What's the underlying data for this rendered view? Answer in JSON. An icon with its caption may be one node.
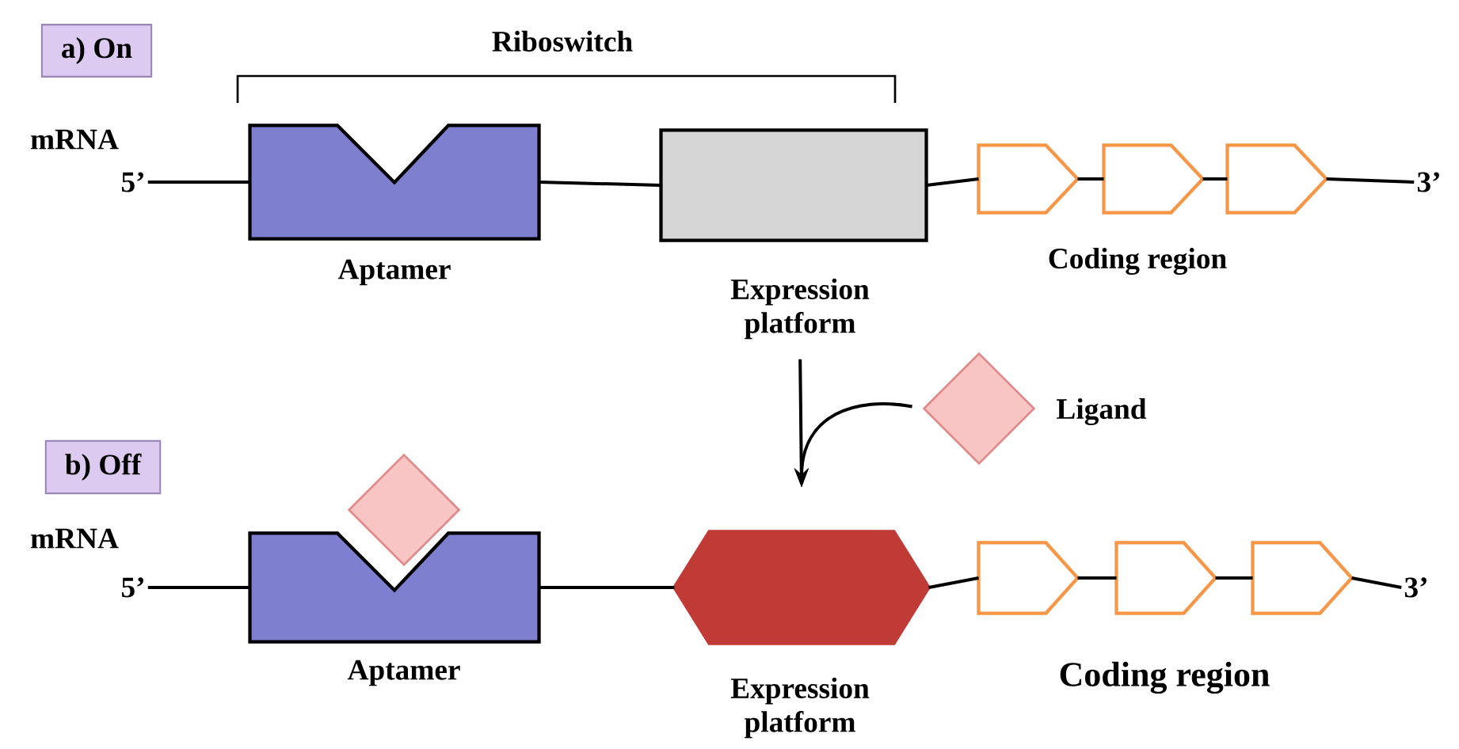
{
  "diagram": {
    "nodes": [
      {
        "text": [
          "a) On"
        ]
      },
      {
        "text": [
          "5’"
        ]
      },
      {
        "text": [],
        "shape": "box",
        "beside": [
          "Aptamer"
        ]
      },
      {
        "text": [],
        "shape": "box",
        "beside": [
          "Expression platform"
        ]
      },
      {
        "text": [],
        "shape": "pentagon"
      },
      {
        "text": [],
        "shape": "pentagon"
      },
      {
        "text": [],
        "shape": "pentagon"
      },
      {
        "text": [
          "3’"
        ]
      },
      {
        "text": [
          "b) Off"
        ]
      },
      {
        "text": [
          "5’"
        ]
      },
      {
        "text": [],
        "shape": "box",
        "beside": [
          "Aptamer"
        ]
      },
      {
        "text": [],
        "shape": "diamond"
      },
      {
        "text": [],
        "shape": "hexagon",
        "beside": [
          "Expression platform"
        ]
      },
      {
        "text": [],
        "shape": "pentagon"
      },
      {
        "text": [],
        "shape": "pentagon"
      },
      {
        "text": [],
        "shape": "pentagon"
      },
      {
        "text": [
          "3’"
        ]
      },
      {
        "text": [],
        "shape": "diamond",
        "beside": [
          "Ligand"
        ]
      }
    ],
    "edges": [
      {
        "from": 1,
        "to": 2,
        "arrow": "none"
      },
      {
        "from": 2,
        "to": 3,
        "arrow": "none"
      },
      {
        "from": 3,
        "to": 4,
        "arrow": "none"
      },
      {
        "from": 4,
        "to": 5,
        "arrow": "none"
      },
      {
        "from": 5,
        "to": 6,
        "arrow": "none"
      },
      {
        "from": 6,
        "to": 7,
        "arrow": "none"
      },
      {
        "from": 9,
        "to": 10,
        "arrow": "none"
      },
      {
        "from": 10,
        "to": 12,
        "arrow": "none"
      },
      {
        "from": 12,
        "to": 13,
        "arrow": "none"
      },
      {
        "from": 13,
        "to": 14,
        "arrow": "none"
      },
      {
        "from": 14,
        "to": 15,
        "arrow": "none"
      },
      {
        "from": 15,
        "to": 16,
        "arrow": "none"
      },
      {
        "from": 3,
        "to": 12,
        "arrow": "to"
      },
      {
        "from": 17,
        "to": 12,
        "arrow": "to"
      }
    ],
    "labels": [
      "Riboswitch",
      "mRNA",
      "Coding region",
      "mRNA",
      "Coding region"
    ]
  }
}
